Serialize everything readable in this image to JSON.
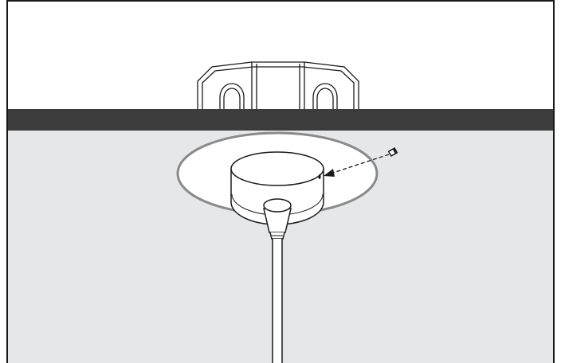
{
  "figure": {
    "kind": "installation-diagram",
    "colors": {
      "frame": "#1a1a1a",
      "ceiling_fill": "#e6e7e8",
      "beam": "#3c3c3c",
      "plate_stroke": "#8a8a8a",
      "part_fill": "#ffffff",
      "line": "#1a1a1a"
    },
    "parts": {
      "junction_box": "junction-box",
      "ceiling": "ceiling-surface",
      "canopy_plate": "canopy-plate",
      "canopy": "canopy-cup",
      "set_screw": "set-screw",
      "guide": "dashed-arrow",
      "cord": "suspension-cord"
    }
  }
}
